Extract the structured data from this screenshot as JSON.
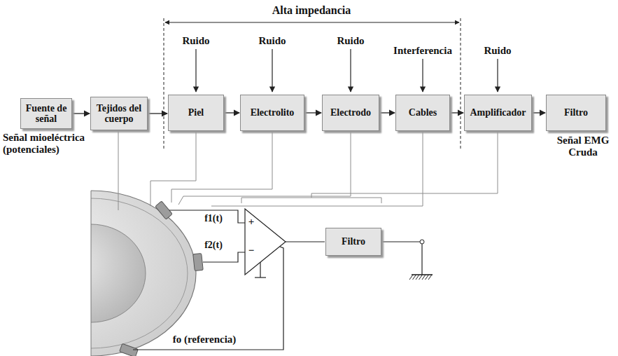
{
  "diagram": {
    "nodes": [
      {
        "text": [
          "Fuente de señal"
        ]
      },
      {
        "text": [
          "Tejidos del cuerpo"
        ]
      },
      {
        "text": [
          "Piel"
        ]
      },
      {
        "text": [
          "Electrolito"
        ]
      },
      {
        "text": [
          "Electrodo"
        ]
      },
      {
        "text": [
          "Cables"
        ]
      },
      {
        "text": [
          "Amplificador"
        ]
      },
      {
        "text": [
          "Filtro"
        ]
      },
      {
        "text": [
          "Filtro"
        ]
      }
    ],
    "edges": [
      {
        "from": 0,
        "to": 1,
        "arrow": "to"
      },
      {
        "from": 1,
        "to": 2,
        "arrow": "to"
      },
      {
        "from": 2,
        "to": 3,
        "arrow": "to"
      },
      {
        "from": 3,
        "to": 4,
        "arrow": "to"
      },
      {
        "from": 4,
        "to": 5,
        "arrow": "to"
      },
      {
        "from": 5,
        "to": 6,
        "arrow": "to"
      },
      {
        "from": 6,
        "to": 7,
        "arrow": "to"
      }
    ],
    "labels": [
      "Alta impedancia",
      "Ruido",
      "Ruido",
      "Ruido",
      "Interferencia",
      "Ruido",
      "Señal mioeléctrica (potenciales)",
      "Señal EMG Cruda",
      "f1(t)",
      "f2(t)",
      "+",
      "−",
      "fo (referencia)"
    ]
  }
}
